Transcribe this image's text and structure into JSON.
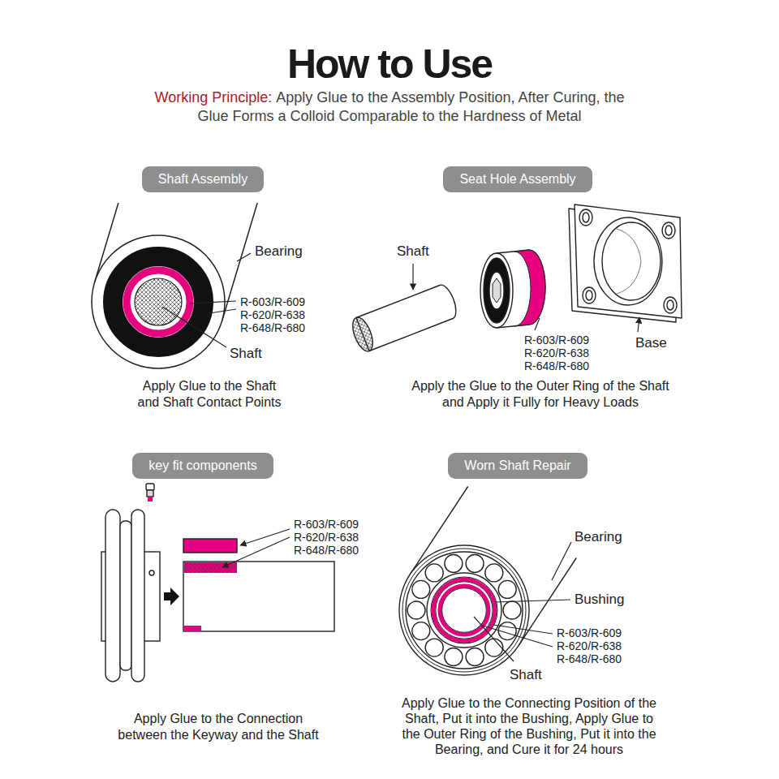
{
  "diagram": {
    "title": "How to Use",
    "nodes": [
      {
        "text": [
          "Shaft Assembly"
        ]
      },
      {
        "text": [
          "Seat Hole Assembly"
        ]
      },
      {
        "text": [
          "key fit components"
        ]
      },
      {
        "text": [
          "Worn Shaft Repair"
        ]
      }
    ],
    "labels": [
      "Working Principle:",
      "Apply Glue to the Assembly Position, After Curing, the Glue Forms a Colloid Comparable to the Hardness of Metal",
      "Bearing",
      "R-603/R-609 R-620/R-638 R-648/R-680",
      "Shaft",
      "Apply Glue to the Shaft and Shaft Contact Points",
      "Shaft",
      "R-603/R-609 R-620/R-638 R-648/R-680",
      "Base",
      "Apply the Glue to the Outer Ring of the Shaft and Apply it Fully for Heavy Loads",
      "R-603/R-609 R-620/R-638 R-648/R-680",
      "Apply Glue to the Connection between the Keyway and the Shaft",
      "Bearing",
      "Bushing",
      "R-603/R-609 R-620/R-638 R-648/R-680",
      "Shaft",
      "Apply Glue to the Connecting Position of the Shaft, Put it into the Bushing, Apply Glue to the Outer Ring of the Bushing, Put it into the Bearing, and Cure it for 24 hours"
    ]
  }
}
